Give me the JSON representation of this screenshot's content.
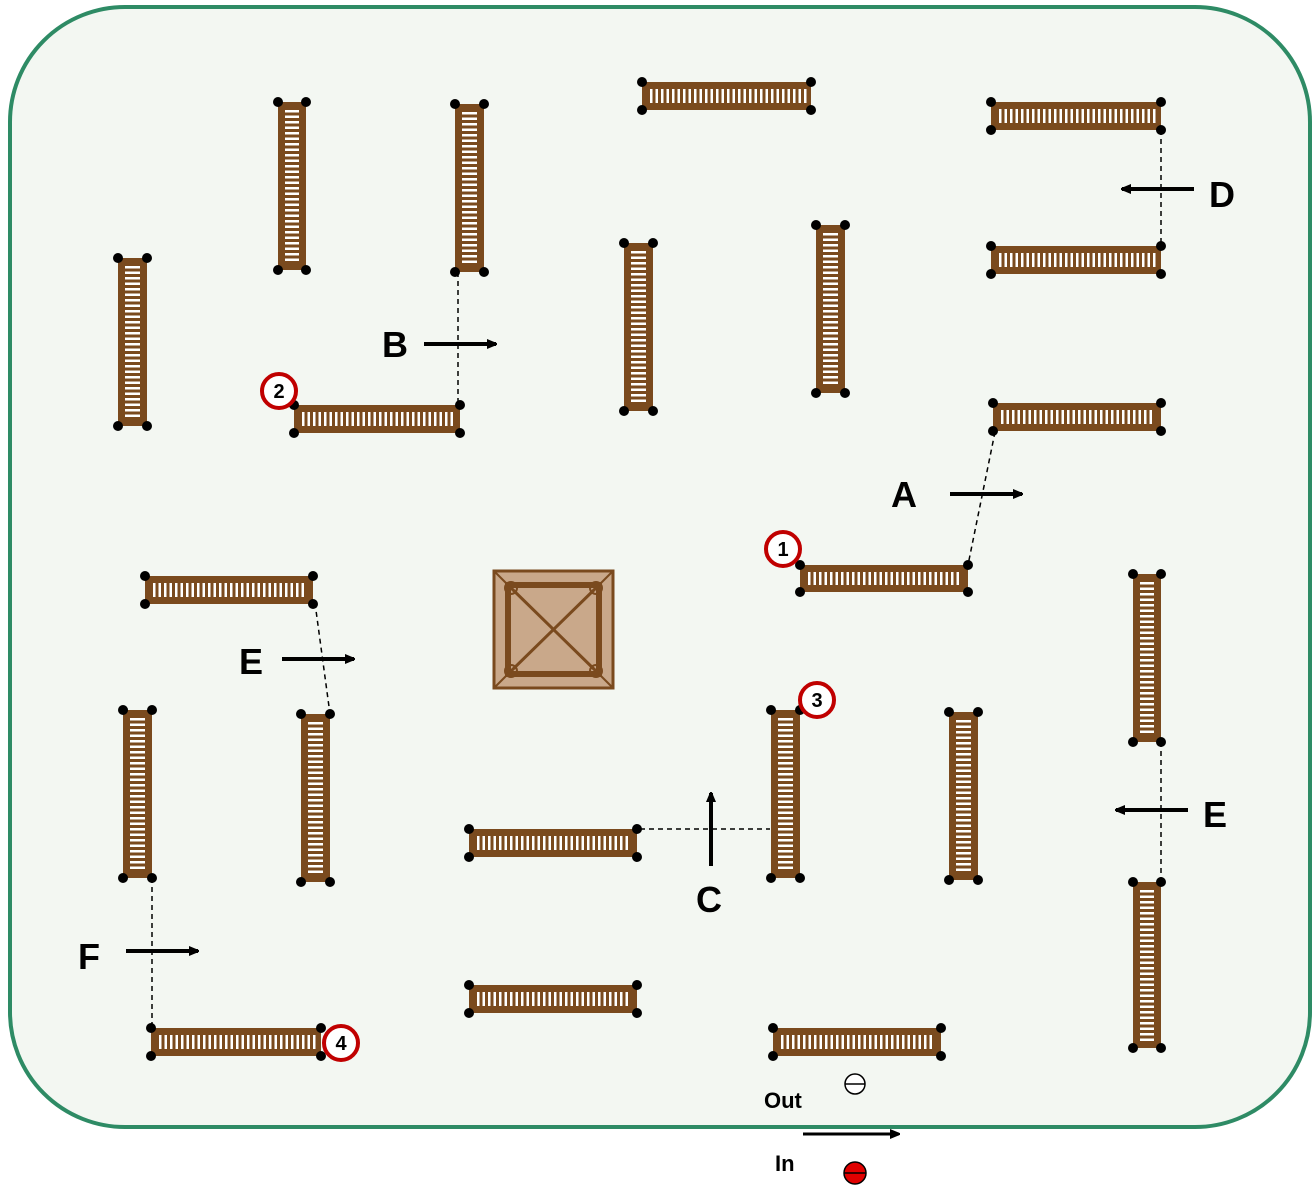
{
  "course": {
    "ground_color": "#f3f7f2",
    "border_color": "#2e8b65",
    "ladder_color": "#7a4a1e",
    "rung_color": "#ffffff",
    "box_fill": "#c9a88a",
    "marker_color": "#c00000"
  },
  "labels": {
    "A": "A",
    "B": "B",
    "C": "C",
    "D": "D",
    "E_left": "E",
    "E_right": "E",
    "F": "F",
    "out": "Out",
    "in": "In"
  },
  "markers": {
    "m1": "1",
    "m2": "2",
    "m3": "3",
    "m4": "4"
  },
  "icons": {
    "out": "minus-circle-icon",
    "in": "red-minus-circle-icon"
  }
}
